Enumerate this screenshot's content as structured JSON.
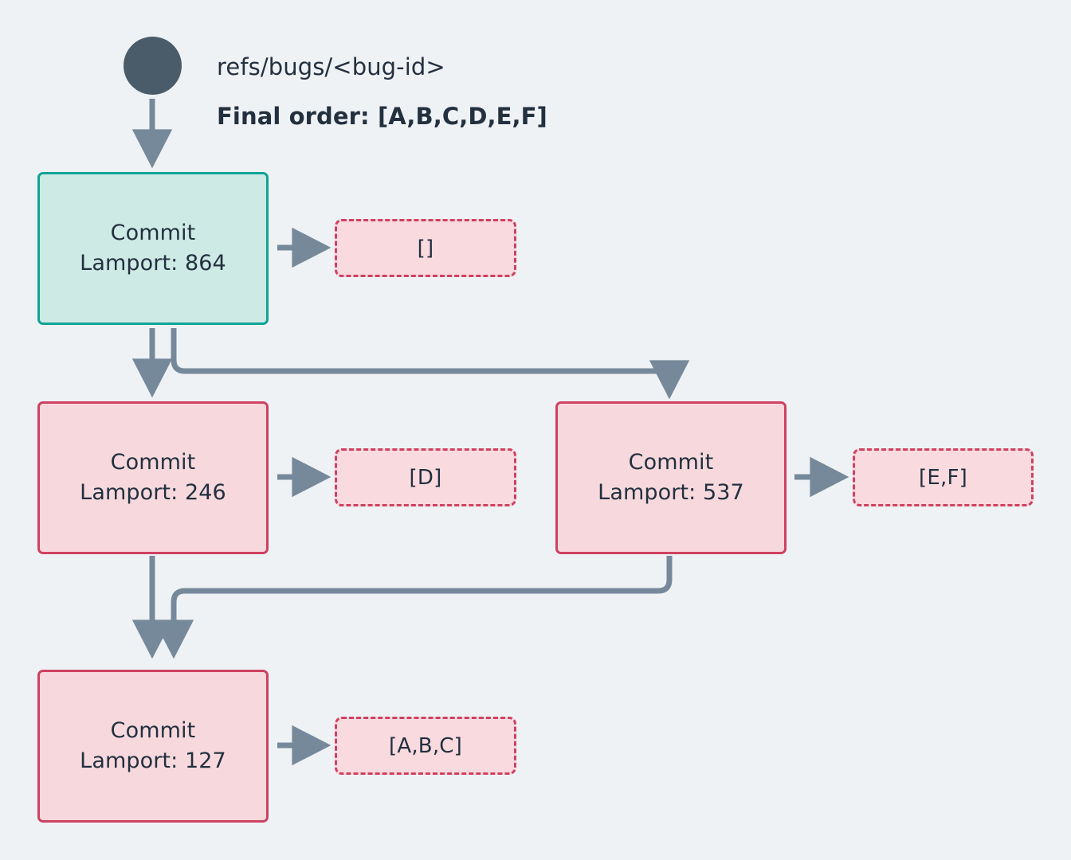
{
  "diagram": {
    "title_ref": "refs/bugs/<bug-id>",
    "final_order_label": "Final order: [A,B,C,D,E,F]",
    "background_color": "#eff2f5",
    "root_node": {
      "name": "root-dot",
      "color": "#4a5c6a"
    },
    "colors": {
      "teal_fill": "#cdeae4",
      "teal_border": "#0fa396",
      "pink_fill": "#f7d9dd",
      "pink_border": "#cf4161",
      "chip_fill": "#f9dade",
      "chip_border": "#cf4161",
      "edge": "#76899a",
      "text": "#22303f"
    },
    "nodes": [
      {
        "id": "n864",
        "line1": "Commit",
        "line2": "Lamport: 864",
        "lamport": "864",
        "style": "teal"
      },
      {
        "id": "n246",
        "line1": "Commit",
        "line2": "Lamport: 246",
        "lamport": "246",
        "style": "pink"
      },
      {
        "id": "n537",
        "line1": "Commit",
        "line2": "Lamport: 537",
        "lamport": "537",
        "style": "pink"
      },
      {
        "id": "n127",
        "line1": "Commit",
        "line2": "Lamport: 127",
        "lamport": "127",
        "style": "pink"
      }
    ],
    "chips": [
      {
        "id": "c864",
        "label": "[]",
        "for": "n864"
      },
      {
        "id": "c246",
        "label": "[D]",
        "for": "n246"
      },
      {
        "id": "c537",
        "label": "[E,F]",
        "for": "n537"
      },
      {
        "id": "c127",
        "label": "[A,B,C]",
        "for": "n127"
      }
    ]
  }
}
